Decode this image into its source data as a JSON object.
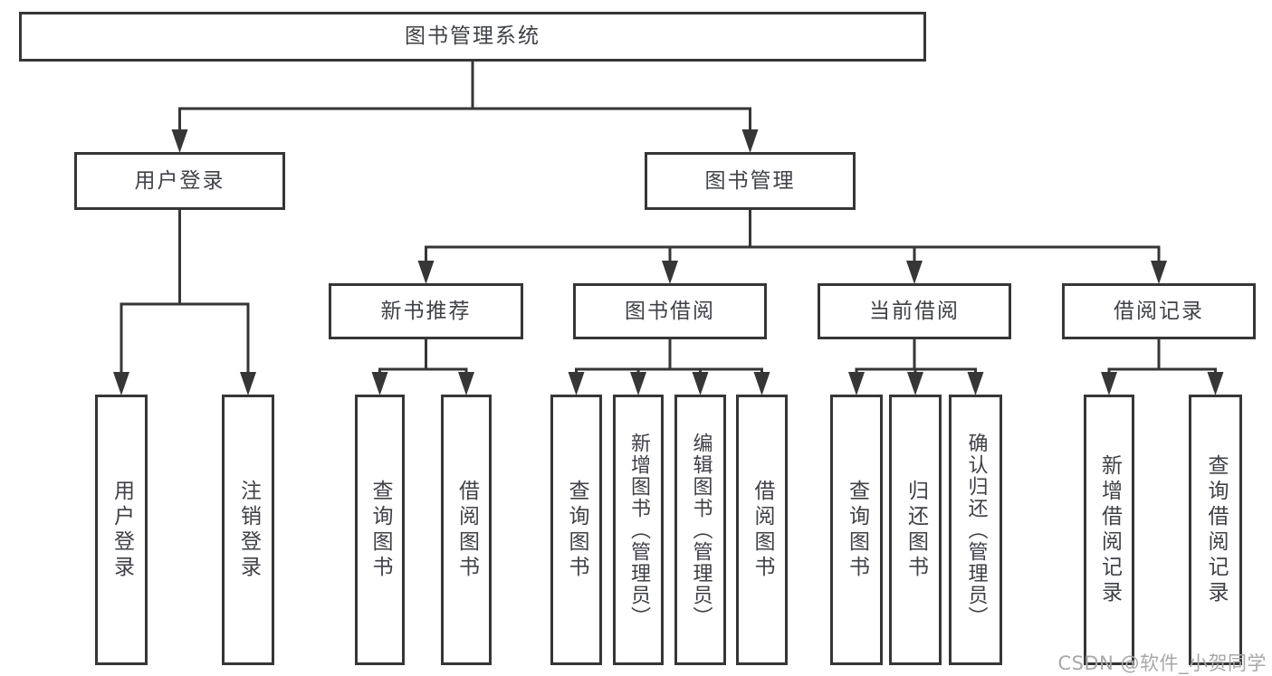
{
  "tree": {
    "id": "system",
    "label": "图书管理系统",
    "children": [
      {
        "id": "user-login",
        "label": "用户登录",
        "children": [
          {
            "id": "login",
            "label": "用户登录"
          },
          {
            "id": "logout",
            "label": "注销登录"
          }
        ]
      },
      {
        "id": "book-mgmt",
        "label": "图书管理",
        "children": [
          {
            "id": "new-book-rec",
            "label": "新书推荐",
            "children": [
              {
                "id": "nb-query",
                "label": "查询图书"
              },
              {
                "id": "nb-borrow",
                "label": "借阅图书"
              }
            ]
          },
          {
            "id": "book-borrow",
            "label": "图书借阅",
            "children": [
              {
                "id": "bb-query",
                "label": "查询图书"
              },
              {
                "id": "bb-add",
                "label": "新增图书（管理员）"
              },
              {
                "id": "bb-edit",
                "label": "编辑图书（管理员）"
              },
              {
                "id": "bb-borrow",
                "label": "借阅图书"
              }
            ]
          },
          {
            "id": "current-borrow",
            "label": "当前借阅",
            "children": [
              {
                "id": "cb-query",
                "label": "查询图书"
              },
              {
                "id": "cb-return",
                "label": "归还图书"
              },
              {
                "id": "cb-confirm",
                "label": "确认归还（管理员）"
              }
            ]
          },
          {
            "id": "borrow-records",
            "label": "借阅记录",
            "children": [
              {
                "id": "br-add",
                "label": "新增借阅记录"
              },
              {
                "id": "br-query",
                "label": "查询借阅记录"
              }
            ]
          }
        ]
      }
    ]
  },
  "watermark": "CSDN @软件_小贺同学",
  "colors": {
    "line": "#363636",
    "box_border": "#363636",
    "text": "#3f4146",
    "watermark": "#a8a8a8",
    "background": "#ffffff"
  }
}
